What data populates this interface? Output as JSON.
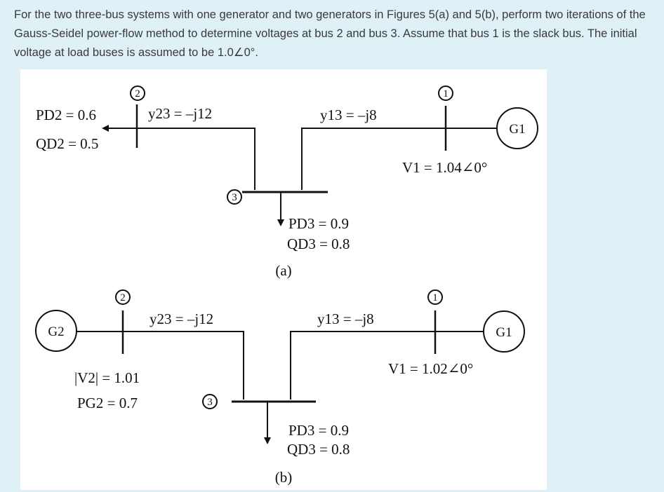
{
  "question": {
    "text": "For the two three-bus systems with one generator and two generators in Figures 5(a) and 5(b), perform two iterations of the Gauss-Seidel power-flow method to determine voltages at bus 2 and bus 3. Assume that bus 1 is the slack bus. The initial voltage at load buses is assumed to be 1.0∠0°."
  },
  "figure_a": {
    "bus1_number": "1",
    "bus2_number": "2",
    "bus3_number": "3",
    "pd2": "PD2 = 0.6",
    "qd2": "QD2 = 0.5",
    "y23": "y23 = –j12",
    "y13": "y13 = –j8",
    "v1": "V1 = 1.04∠0°",
    "pd3": "PD3 = 0.9",
    "qd3": "QD3 = 0.8",
    "g1": "G1",
    "caption": "(a)"
  },
  "figure_b": {
    "bus1_number": "1",
    "bus2_number": "2",
    "bus3_number": "3",
    "g2": "G2",
    "g1": "G1",
    "y23": "y23 = –j12",
    "y13": "y13 = –j8",
    "v1": "V1 = 1.02∠0°",
    "v2": "|V2| = 1.01",
    "pg2": "PG2 = 0.7",
    "pd3": "PD3 = 0.9",
    "qd3": "QD3 = 0.8",
    "caption": "(b)"
  }
}
